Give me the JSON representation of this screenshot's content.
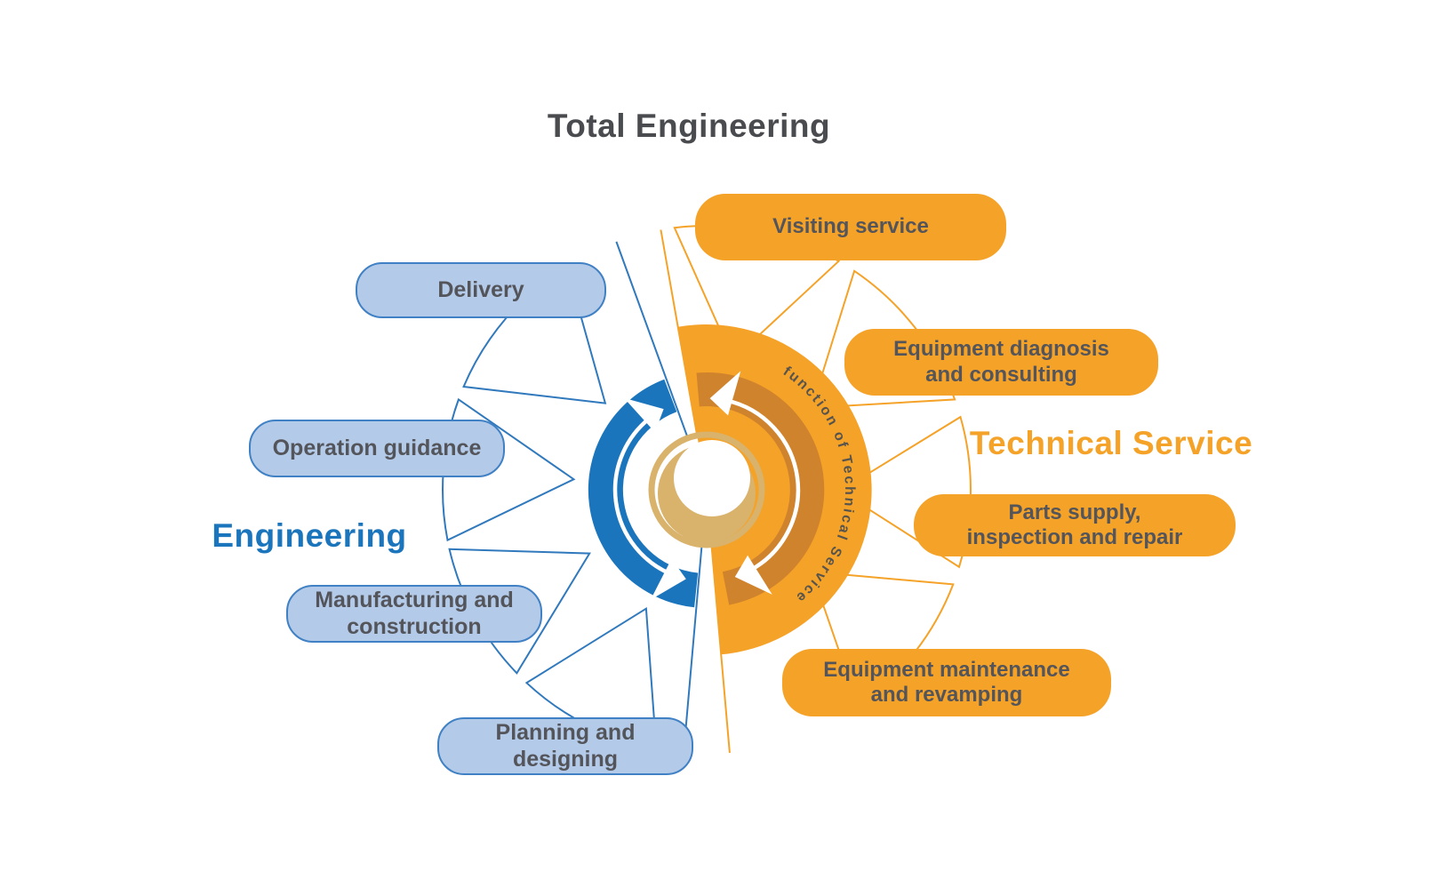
{
  "title": "Total Engineering",
  "hub": {
    "curved_label": "function of Technical Service"
  },
  "left_group": {
    "label": "Engineering",
    "items": [
      "Delivery",
      "Operation guidance",
      "Manufacturing and\nconstruction",
      "Planning and\ndesigning"
    ]
  },
  "right_group": {
    "label": "Technical Service",
    "items": [
      "Visiting service",
      "Equipment diagnosis\nand consulting",
      "Parts supply,\ninspection and repair",
      "Equipment maintenance\nand revamping"
    ]
  },
  "palette": {
    "orange": "#F5A228",
    "dark_orange": "#D0832D",
    "tan": "#D9B26B",
    "blue": "#1B75BC",
    "light_blue": "#B3CAE9",
    "blue_border": "#4080C4",
    "blue_line": "#3079BD",
    "orange_line": "#F5A228",
    "node_text": "#54555A",
    "title_text": "#4A4B4E",
    "curved_text": "#57544D"
  }
}
